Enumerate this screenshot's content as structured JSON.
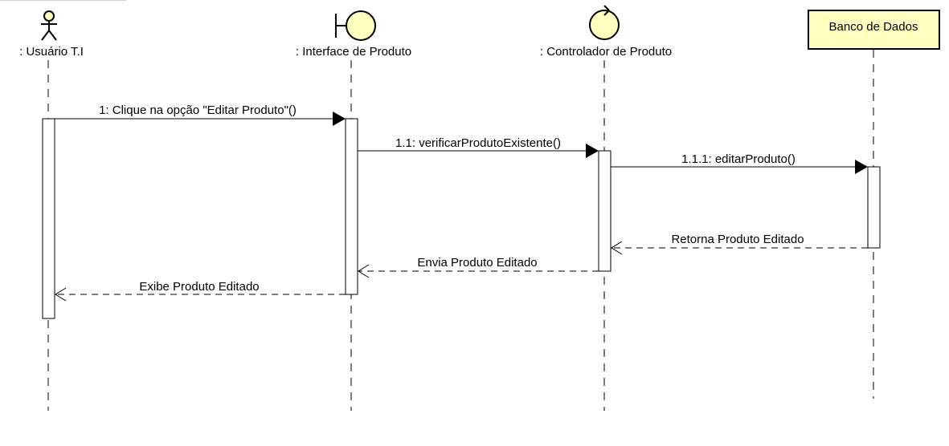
{
  "lifelines": [
    {
      "label": ": Usuário T.I",
      "kind": "actor"
    },
    {
      "label": ": Interface de Produto",
      "kind": "boundary"
    },
    {
      "label": ": Controlador de Produto",
      "kind": "control"
    },
    {
      "label": "Banco de Dados",
      "kind": "box"
    }
  ],
  "messages": [
    {
      "label": "1: Clique na opção \"Editar Produto\"()",
      "type": "sync"
    },
    {
      "label": "1.1: verificarProdutoExistente()",
      "type": "sync"
    },
    {
      "label": "1.1.1: editarProduto()",
      "type": "sync"
    },
    {
      "label": "Retorna Produto Editado",
      "type": "return"
    },
    {
      "label": "Envia Produto Editado",
      "type": "return"
    },
    {
      "label": "Exibe Produto Editado",
      "type": "return"
    }
  ],
  "colors": {
    "fill": "#ffffc0",
    "stroke": "#000000",
    "activation": "#ffffff"
  }
}
